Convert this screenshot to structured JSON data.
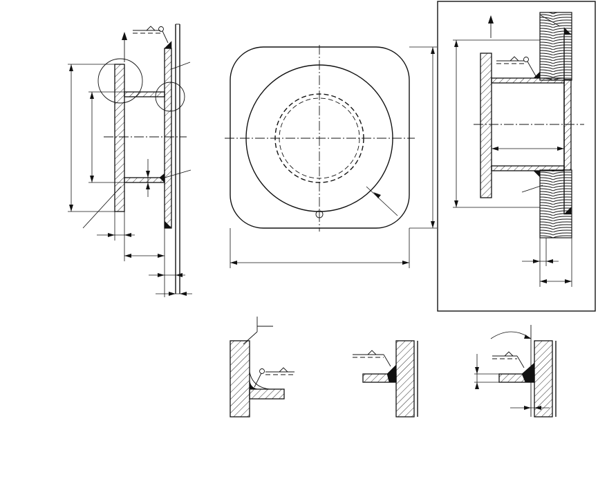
{
  "drawing": {
    "views": [
      {
        "id": "side-section-view"
      },
      {
        "id": "front-view"
      },
      {
        "id": "alternative-section-view-with-insulation"
      },
      {
        "id": "detail-weld-a"
      },
      {
        "id": "detail-weld-b"
      },
      {
        "id": "detail-weld-c"
      }
    ],
    "line_color": "#111111",
    "hatch_color": "#111111",
    "frame_color": "#111111"
  }
}
